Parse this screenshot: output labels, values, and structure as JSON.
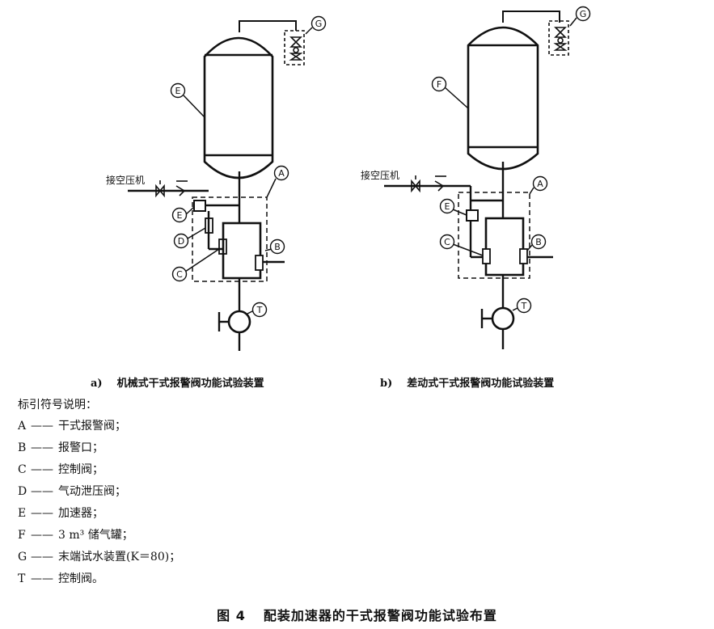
{
  "diagram_a": {
    "caption_tag": "a)",
    "caption_text": "机械式干式报警阀功能试验装置",
    "air_label": "接空压机"
  },
  "diagram_b": {
    "caption_tag": "b)",
    "caption_text": "差动式干式报警阀功能试验装置",
    "air_label": "接空压机"
  },
  "component_letters": [
    "A",
    "B",
    "C",
    "D",
    "E",
    "F",
    "G",
    "T"
  ],
  "legend": {
    "title": "标引符号说明：",
    "items": [
      {
        "key": "A",
        "desc": "干式报警阀；"
      },
      {
        "key": "B",
        "desc": "报警口；"
      },
      {
        "key": "C",
        "desc": "控制阀；"
      },
      {
        "key": "D",
        "desc": "气动泄压阀；"
      },
      {
        "key": "E",
        "desc": "加速器；"
      },
      {
        "key": "F",
        "desc": "3 m³ 储气罐；"
      },
      {
        "key": "G",
        "desc": "末端试水装置(K＝80)；"
      },
      {
        "key": "T",
        "desc": "控制阀。"
      }
    ]
  },
  "figure": {
    "number": "图 4",
    "title": "配装加速器的干式报警阀功能试验布置"
  }
}
